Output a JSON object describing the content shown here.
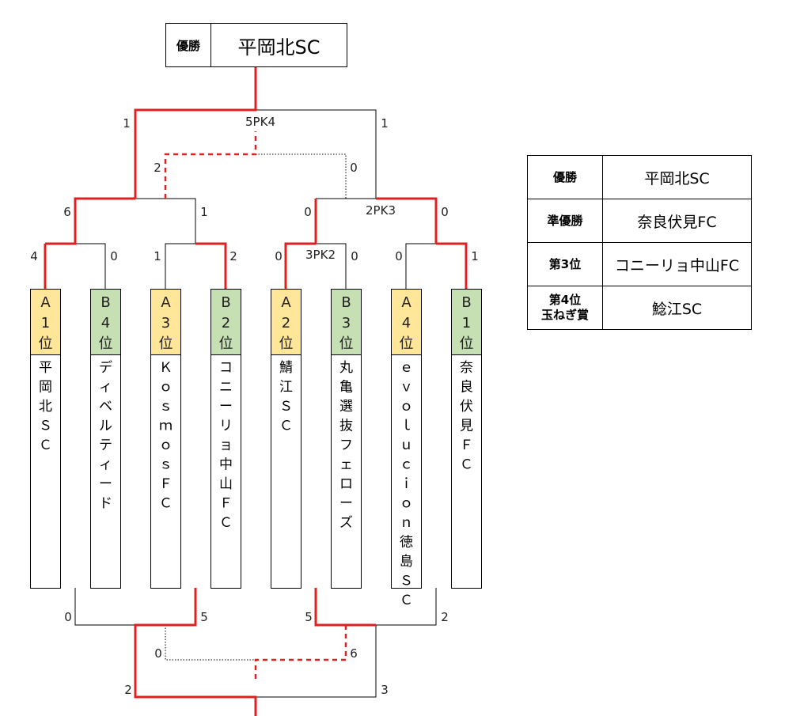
{
  "champion_box": {
    "label": "優勝",
    "team": "平岡北SC"
  },
  "slots": [
    {
      "label": [
        "A",
        "1",
        "位"
      ],
      "color": "#ffe699",
      "team": "平岡北ＳＣ"
    },
    {
      "label": [
        "B",
        "4",
        "位"
      ],
      "color": "#c6e0b4",
      "team": "ディベルティード"
    },
    {
      "label": [
        "A",
        "3",
        "位"
      ],
      "color": "#ffe699",
      "team": "ＫｏｓｍｏｓＦＣ"
    },
    {
      "label": [
        "B",
        "2",
        "位"
      ],
      "color": "#c6e0b4",
      "team": "コニーリョ中山ＦＣ"
    },
    {
      "label": [
        "A",
        "2",
        "位"
      ],
      "color": "#ffe699",
      "team": "鯖江ＳＣ"
    },
    {
      "label": [
        "B",
        "3",
        "位"
      ],
      "color": "#c6e0b4",
      "team": "丸亀選抜フェローズ"
    },
    {
      "label": [
        "A",
        "4",
        "位"
      ],
      "color": "#ffe699",
      "team": "ｅｖｏｌｕｃｉｏｎ徳島ＳＣ"
    },
    {
      "label": [
        "B",
        "1",
        "位"
      ],
      "color": "#c6e0b4",
      "team": "奈良伏見ＦＣ"
    }
  ],
  "scores": {
    "r1_m1": [
      "4",
      "0"
    ],
    "r1_m2": [
      "1",
      "2"
    ],
    "r1_m3": [
      "0",
      "0"
    ],
    "r1_m3_pk": "3PK2",
    "r1_m4": [
      "0",
      "1"
    ],
    "semi_left": [
      "6",
      "1"
    ],
    "semi_right": [
      "0",
      "0"
    ],
    "semi_right_pk": "2PK3",
    "final": [
      "1",
      "1"
    ],
    "final_pk": "5PK4",
    "third_place": [
      "2",
      "0"
    ],
    "lower_left": [
      "0",
      "5"
    ],
    "lower_right": [
      "5",
      "2"
    ],
    "lower_final": [
      "2",
      "3"
    ],
    "lower_third": [
      "0",
      "6"
    ]
  },
  "results": [
    {
      "rank": "優勝",
      "team": "平岡北SC"
    },
    {
      "rank": "準優勝",
      "team": "奈良伏見FC"
    },
    {
      "rank": "第3位",
      "team": "コニーリョ中山FC"
    },
    {
      "rank": "第4位\n玉ねぎ賞",
      "team": "鯰江SC"
    }
  ],
  "colors": {
    "winner_line": "#e02020",
    "group_a": "#ffe699",
    "group_b": "#c6e0b4"
  }
}
